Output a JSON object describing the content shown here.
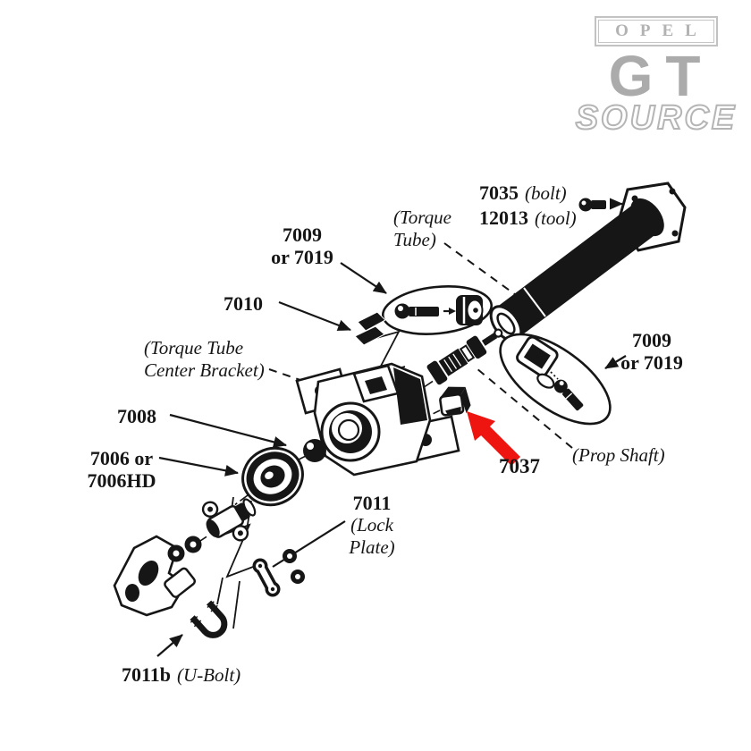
{
  "logo": {
    "brand": "OPEL",
    "model": "GT",
    "suffix": "SOURCE"
  },
  "colors": {
    "highlight_arrow": "#ee1511",
    "logo_gray": "#b2b2b2",
    "ink": "#161616"
  },
  "labels": {
    "bolt": {
      "number": "7035",
      "note": "(bolt)"
    },
    "tool": {
      "number": "12013",
      "note": "(tool)"
    },
    "torque_tube": {
      "line1": "(Torque",
      "line2": "Tube)"
    },
    "bushing_left": {
      "line1": "7009",
      "line2": "or 7019"
    },
    "mount": {
      "number": "7010"
    },
    "center_bracket": {
      "line1": "(Torque Tube",
      "line2": "Center Bracket)"
    },
    "ball": {
      "number": "7008"
    },
    "seal": {
      "line1": "7006 or",
      "line2": "7006HD"
    },
    "lock_plate": {
      "number": "7011",
      "line1": "(Lock",
      "line2": "Plate)"
    },
    "u_bolt": {
      "number": "7011b",
      "note": "(U-Bolt)"
    },
    "bushing_right": {
      "line1": "7009",
      "line2": "or 7019"
    },
    "prop_shaft": {
      "text": "(Prop Shaft)"
    },
    "highlight": {
      "number": "7037"
    }
  }
}
